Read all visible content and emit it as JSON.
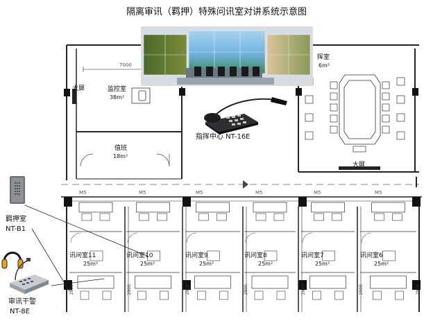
{
  "title": "隔离审讯（羁押）特殊问讯室对讲系统示意图",
  "rooms": {
    "monitor": {
      "name": "监控室",
      "area": "38m²"
    },
    "duty": {
      "name": "值班",
      "area": "18m²"
    },
    "command": {
      "name": "挥室",
      "area": "6m²"
    },
    "screen_left": "大屏",
    "screen_bottom": "大屏",
    "dim_top": "7000"
  },
  "devices": {
    "command_center": "指挥中心  NT-16E",
    "detention_room": "羁押室",
    "detention_model": "NT-B1",
    "interrogation_officer": "审讯干警",
    "officer_model": "NT-8E"
  },
  "interrogation_rooms": [
    {
      "name": "讯问室11",
      "area": "25m²"
    },
    {
      "name": "讯问室10",
      "area": "25m²"
    },
    {
      "name": "讯问室9",
      "area": "25m²"
    },
    {
      "name": "讯问室8",
      "area": "25m²"
    },
    {
      "name": "讯问室7",
      "area": "25m²"
    },
    {
      "name": "讯问室6",
      "area": "25m²"
    }
  ],
  "corridor_marks": [
    "M5",
    "M5",
    "M5",
    "M5",
    "M5",
    "M5"
  ],
  "dims": [
    "2900",
    "2900",
    "2900",
    "2900",
    "2900",
    "2900",
    "2900"
  ]
}
